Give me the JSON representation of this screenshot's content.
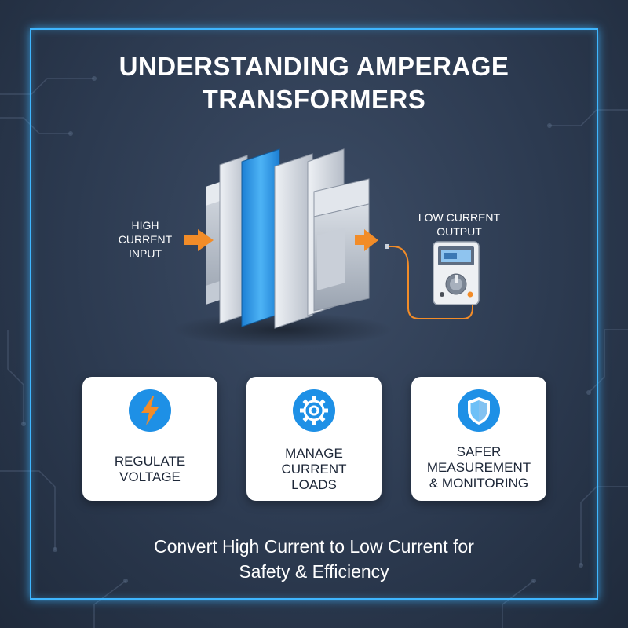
{
  "title": {
    "line1": "UNDERSTANDING AMPERAGE",
    "line2": "TRANSFORMERS"
  },
  "diagram": {
    "input_label": [
      "HIGH",
      "CURRENT",
      "INPUT"
    ],
    "output_label": [
      "LOW CURRENT",
      "OUTPUT"
    ],
    "icons": [
      "transformer-core-icon",
      "arrow-right-icon",
      "multimeter-icon"
    ]
  },
  "cards": [
    {
      "icon": "lightning-bolt-icon",
      "lines": [
        "REGULATE",
        "VOLTAGE"
      ]
    },
    {
      "icon": "gear-icon",
      "lines": [
        "MANAGE",
        "CURRENT",
        "LOADS"
      ]
    },
    {
      "icon": "shield-icon",
      "lines": [
        "SAFER",
        "MEASUREMENT",
        "& MONITORING"
      ]
    }
  ],
  "tagline": {
    "line1": "Convert High Current to Low Current for",
    "line2": "Safety & Efficiency"
  },
  "colors": {
    "accent": "#3fb6ff",
    "arrow": "#f28c28",
    "icon_circle": "#1e90e6",
    "card_bg": "#ffffff"
  }
}
